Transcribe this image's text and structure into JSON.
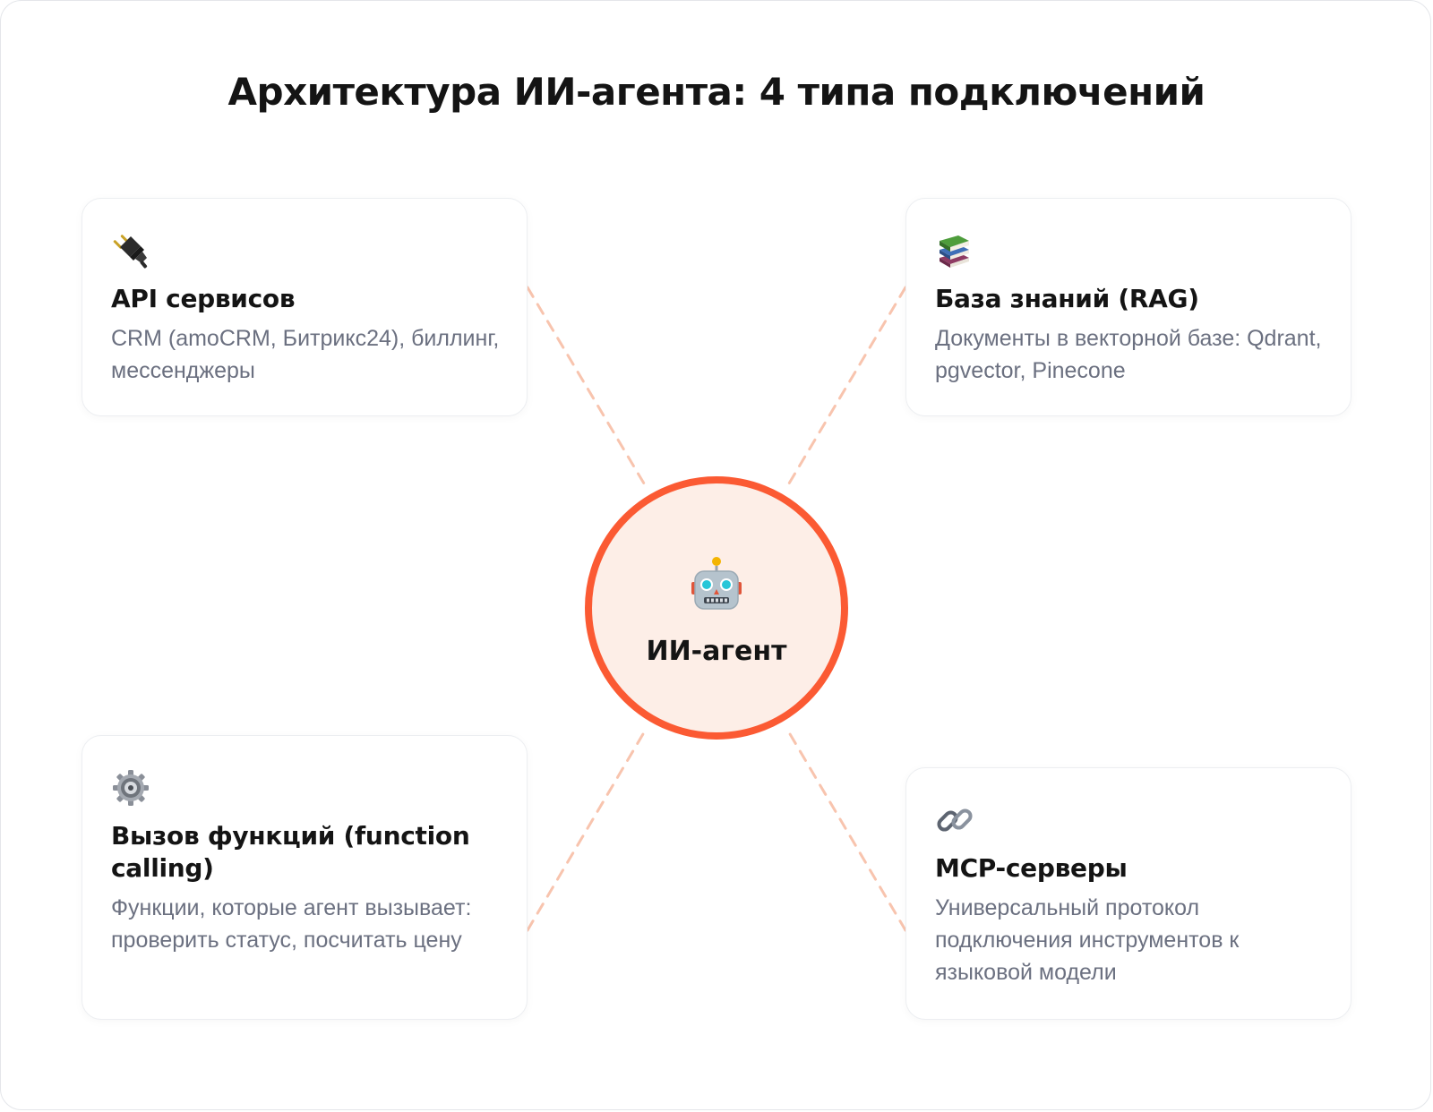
{
  "title": "Архитектура ИИ-агента: 4 типа подключений",
  "colors": {
    "accent": "#fb5a33",
    "hub_fill": "#fdeee7",
    "connector": "#f8c4ae",
    "text_dark": "#141414",
    "text_muted": "#6b7080"
  },
  "hub": {
    "icon": "robot-icon",
    "label": "ИИ-агент"
  },
  "cards": {
    "api": {
      "icon": "electric-plug-icon",
      "title": "API сервисов",
      "description": "CRM (amoCRM, Битрикс24), биллинг, мессенджеры"
    },
    "rag": {
      "icon": "books-icon",
      "title": "База знаний (RAG)",
      "description": "Документы в векторной базе: Qdrant, pgvector, Pinecone"
    },
    "func": {
      "icon": "gear-icon",
      "title": "Вызов функций (function calling)",
      "description": "Функции, которые агент вызывает: проверить статус, посчитать цену"
    },
    "mcp": {
      "icon": "link-icon",
      "title": "MCP-серверы",
      "description": "Универсальный протокол подключения инструментов к языковой модели"
    }
  }
}
